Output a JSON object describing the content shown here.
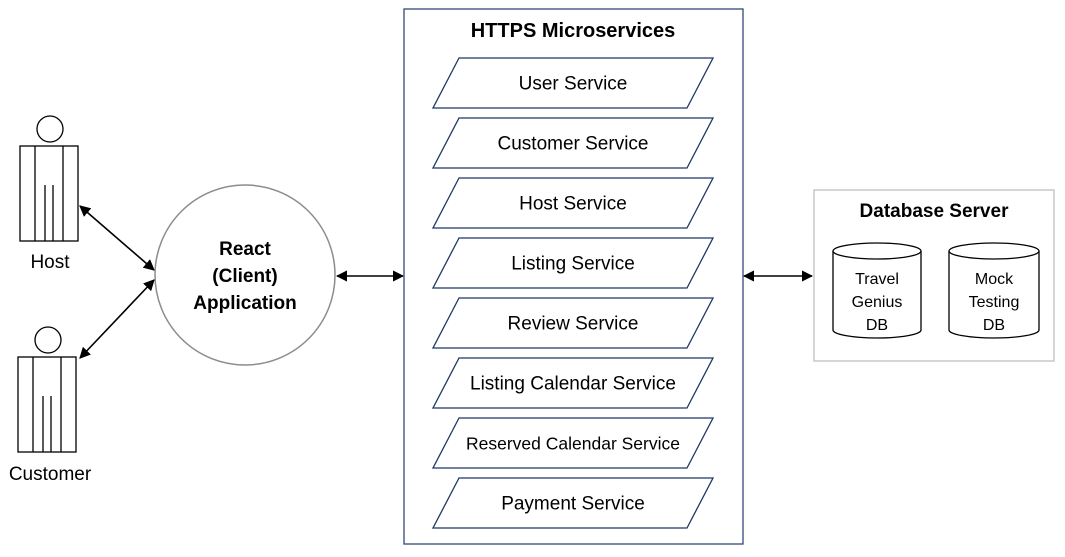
{
  "actors": [
    {
      "label": "Host"
    },
    {
      "label": "Customer"
    }
  ],
  "client": {
    "lines": [
      "React",
      "(Client)",
      "Application"
    ]
  },
  "microservices": {
    "title": "HTTPS Microservices",
    "services": [
      "User Service",
      "Customer Service",
      "Host Service",
      "Listing Service",
      "Review Service",
      "Listing Calendar Service",
      "Reserved Calendar Service",
      "Payment Service"
    ]
  },
  "database_server": {
    "title": "Database Server",
    "databases": [
      {
        "lines": [
          "Travel",
          "Genius",
          "DB"
        ]
      },
      {
        "lines": [
          "Mock",
          "Testing",
          "DB"
        ]
      }
    ]
  },
  "colors": {
    "microservice_border": "#2f4a7a",
    "db_server_border": "#bfbfbf",
    "shape_stroke": "#1f3864",
    "line": "#000000"
  }
}
